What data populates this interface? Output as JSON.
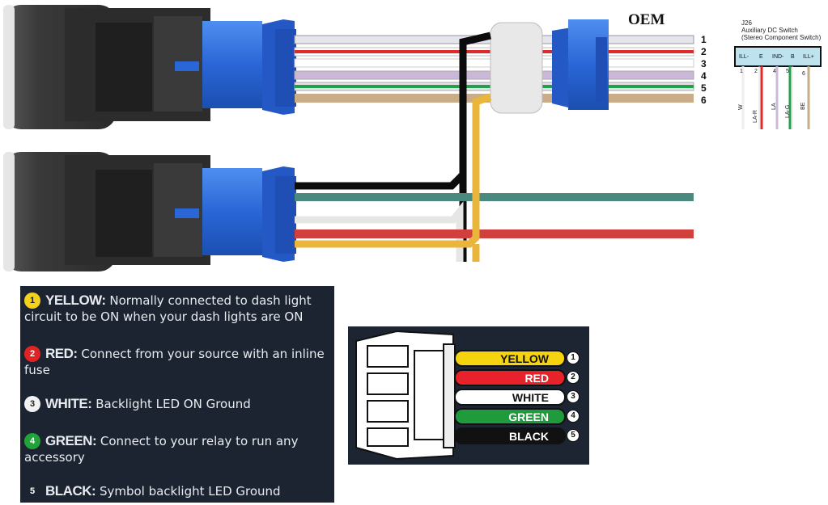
{
  "header": {
    "oem_label": "OEM"
  },
  "oem_pins": [
    "1",
    "2",
    "3",
    "4",
    "5",
    "6"
  ],
  "j26": {
    "code": "J26",
    "name": "Auxiliary DC Switch",
    "subtitle": "(Stereo Component Switch)",
    "terminals": [
      "ILL-",
      "E",
      "IND-",
      "B",
      "ILL+"
    ],
    "pins": [
      "1",
      "2",
      "4",
      "5",
      "6"
    ],
    "wire_codes": [
      "W",
      "LA-R",
      "LA",
      "LA-G",
      "BE"
    ]
  },
  "legend": [
    {
      "num": "1",
      "name": "YELLOW:",
      "text": "Normally connected to dash light circuit to be ON when your dash lights are ON",
      "color": "#f2d21b",
      "num_color": "#222222"
    },
    {
      "num": "2",
      "name": "RED:",
      "text": "Connect from your source with an inline fuse",
      "color": "#e02424",
      "num_color": "#ffffff"
    },
    {
      "num": "3",
      "name": "WHITE:",
      "text": "Backlight LED ON Ground",
      "color": "#f2f2f2",
      "num_color": "#222222"
    },
    {
      "num": "4",
      "name": "GREEN:",
      "text": "Connect to your relay to run any accessory",
      "color": "#22a33a",
      "num_color": "#ffffff"
    },
    {
      "num": "5",
      "name": "BLACK:",
      "text": "Symbol backlight LED Ground",
      "color": "#1c2431",
      "num_color": "#ffffff"
    }
  ],
  "connector": {
    "wires": [
      {
        "label": "YELLOW",
        "num": "1",
        "fill": "#f5d40f",
        "text_color": "#111111"
      },
      {
        "label": "RED",
        "num": "2",
        "fill": "#e8222a",
        "text_color": "#ffffff"
      },
      {
        "label": "WHITE",
        "num": "3",
        "fill": "#ffffff",
        "text_color": "#111111"
      },
      {
        "label": "GREEN",
        "num": "4",
        "fill": "#1f9a3c",
        "text_color": "#ffffff"
      },
      {
        "label": "BLACK",
        "num": "5",
        "fill": "#111111",
        "text_color": "#ffffff"
      }
    ]
  },
  "colors": {
    "yellow_wire": "#e9b53a",
    "teal_wire": "#4a8a7e",
    "red_wire": "#d0403c",
    "black_wire": "#0c0c0c",
    "connector_blue": "#2a66d6"
  }
}
